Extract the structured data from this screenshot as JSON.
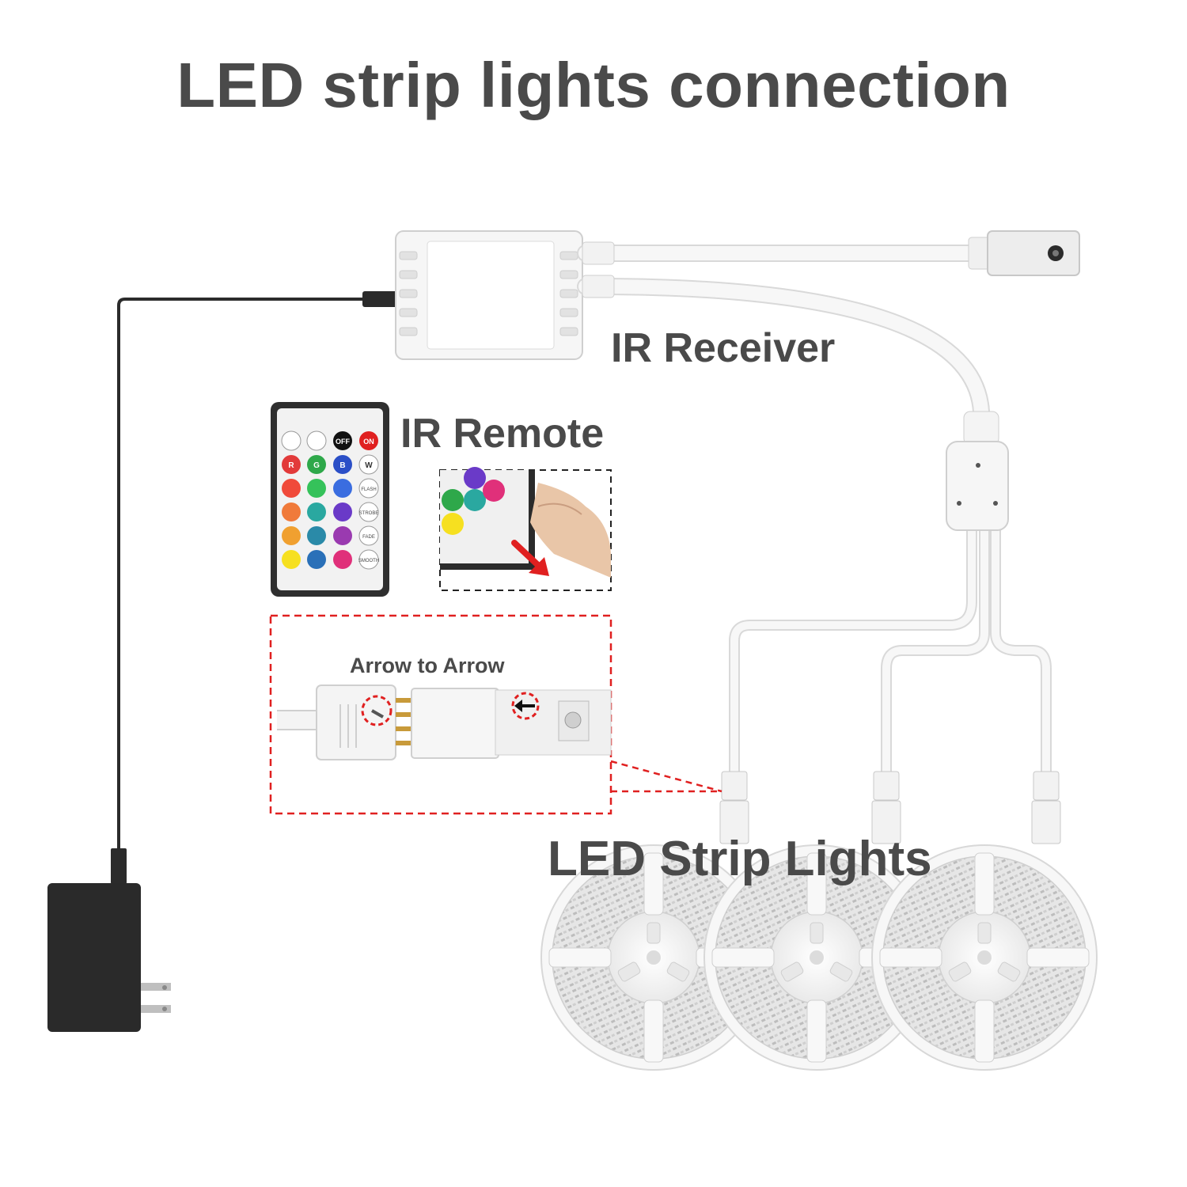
{
  "title": "LED strip lights connection",
  "labels": {
    "ir_receiver": "IR Receiver",
    "ir_remote": "IR Remote",
    "arrow_to_arrow": "Arrow to  Arrow",
    "led_strip_lights": "LED Strip Lights"
  },
  "remote": {
    "top_buttons": [
      "OFF",
      "ON"
    ],
    "color_row_labels": [
      "R",
      "G",
      "B",
      "W"
    ],
    "mode_buttons": [
      "FLASH",
      "STROBE",
      "FADE",
      "SMOOTH"
    ]
  },
  "colors": {
    "title_text": "#4a4a4a",
    "dashed_frame": "#e02020",
    "arrow_red": "#e02020",
    "cable_black": "#2b2b2b",
    "cable_white": "#f4f4f4"
  },
  "icons": [
    "power-adapter-icon",
    "ir-receiver-box-icon",
    "dc-jack-icon",
    "splitter-icon",
    "remote-control-icon",
    "led-reel-icon",
    "connector-pins-icon"
  ]
}
